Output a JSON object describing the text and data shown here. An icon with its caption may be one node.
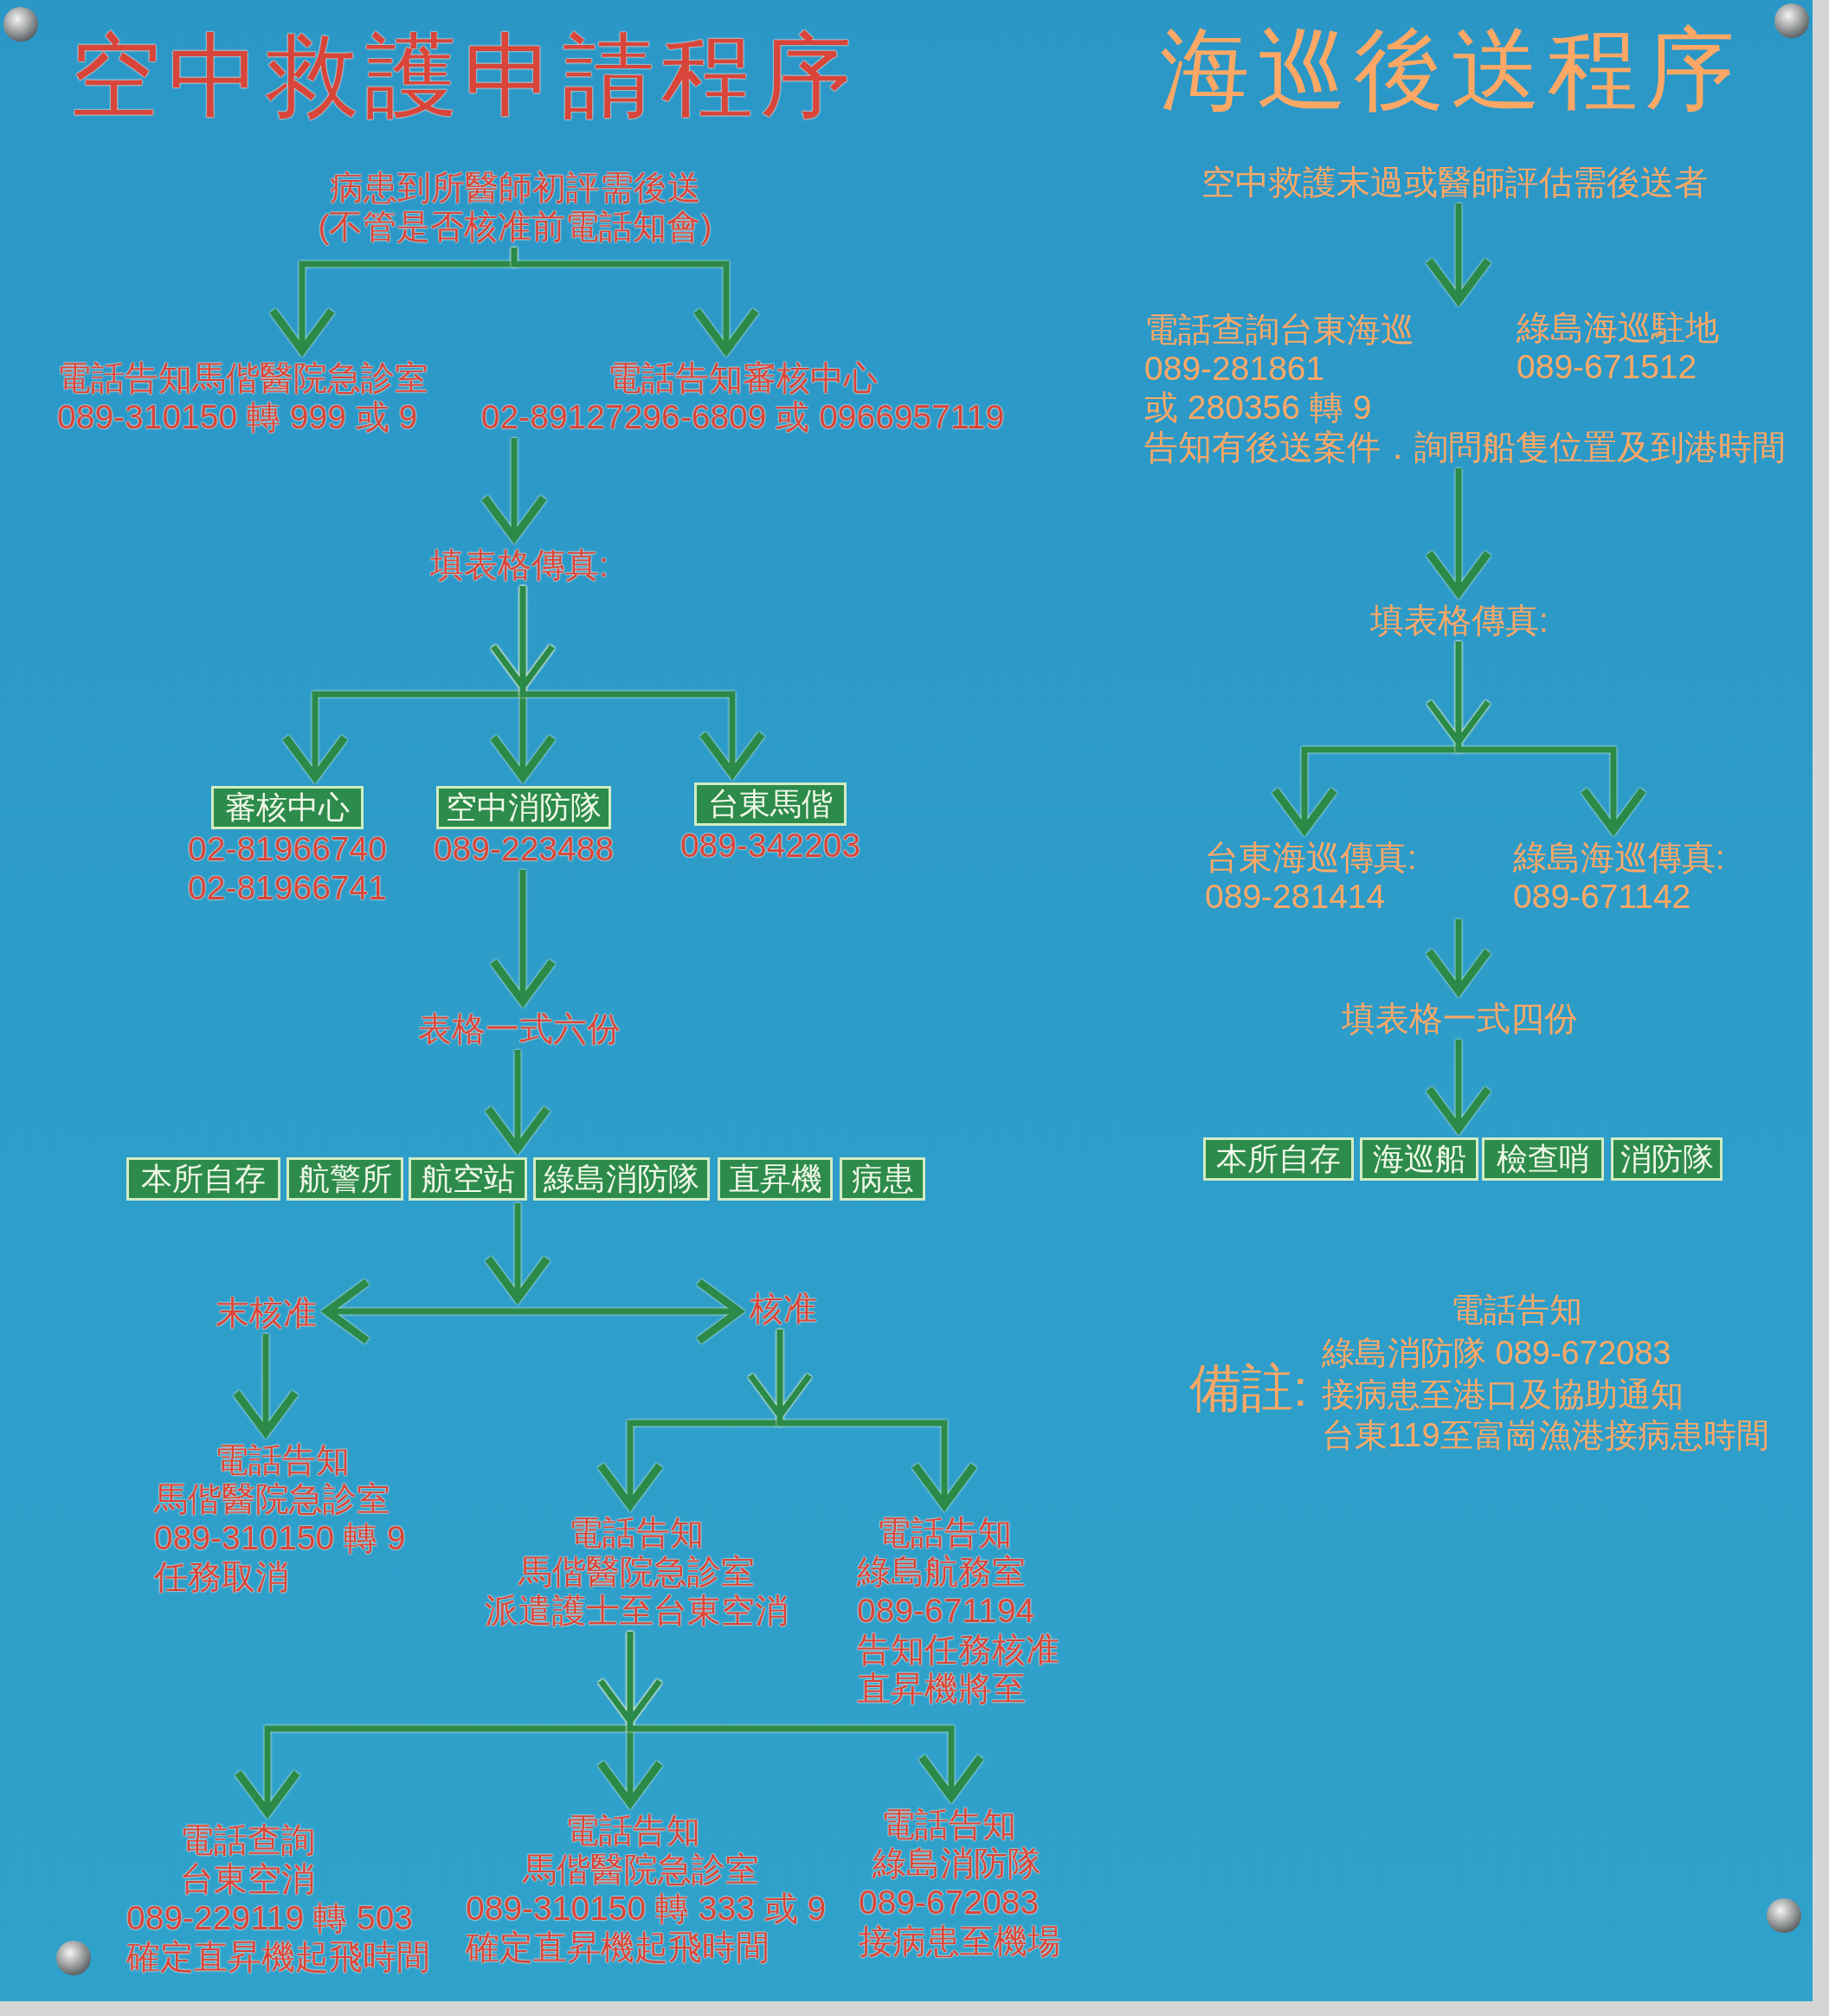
{
  "diagram": {
    "nodes": [
      {
        "text": [
          "病患到所醫師初評需後送",
          "(不管是否核准前電話知會)"
        ]
      },
      {
        "text": [
          "電話告知馬偕醫院急診室",
          "089-310150 轉 999 或 9"
        ]
      },
      {
        "text": [
          "電話告知審核中心",
          "02-89127296-6809 或 0966957119"
        ]
      },
      {
        "text": [
          "填表格傳真:"
        ]
      },
      {
        "text": [
          "審核中心"
        ],
        "beside": [
          "02-81966740",
          "02-81966741"
        ]
      },
      {
        "text": [
          "空中消防隊"
        ],
        "beside": [
          "089-223488"
        ]
      },
      {
        "text": [
          "台東馬偕"
        ],
        "beside": [
          "089-342203"
        ]
      },
      {
        "text": [
          "表格一式六份"
        ]
      },
      {
        "text": [
          "本所自存"
        ]
      },
      {
        "text": [
          "航警所"
        ]
      },
      {
        "text": [
          "航空站"
        ]
      },
      {
        "text": [
          "綠島消防隊"
        ]
      },
      {
        "text": [
          "直昇機"
        ]
      },
      {
        "text": [
          "病患"
        ]
      },
      {
        "text": [
          "末核准"
        ]
      },
      {
        "text": [
          "核准"
        ]
      },
      {
        "text": [
          "電話告知",
          "馬偕醫院急診室",
          "089-310150 轉 9",
          "任務取消"
        ]
      },
      {
        "text": [
          "電話告知",
          "馬偕醫院急診室",
          "派遣護士至台東空消"
        ]
      },
      {
        "text": [
          "電話告知",
          "綠島航務室",
          "089-671194",
          "告知任務核准",
          "直昇機將至"
        ]
      },
      {
        "text": [
          "電話查詢",
          "台東空消",
          "089-229119 轉 503",
          "確定直昇機起飛時間"
        ]
      },
      {
        "text": [
          "電話告知",
          "馬偕醫院急診室",
          "089-310150 轉 333 或 9",
          "確定直昇機起飛時間"
        ]
      },
      {
        "text": [
          "電話告知",
          "綠島消防隊",
          "089-672083",
          "接病患至機場"
        ]
      },
      {
        "text": [
          "空中救護末過或醫師評估需後送者"
        ]
      },
      {
        "text": [
          "電話查詢台東海巡",
          "089-281861",
          "或 280356 轉 9"
        ]
      },
      {
        "text": [
          "綠島海巡駐地",
          "089-671512"
        ]
      },
      {
        "text": [
          "告知有後送案件．詢問船隻位置及到港時間"
        ]
      },
      {
        "text": [
          "填表格傳真:"
        ]
      },
      {
        "text": [
          "台東海巡傳真:",
          "089-281414"
        ]
      },
      {
        "text": [
          "綠島海巡傳真:",
          "089-671142"
        ]
      },
      {
        "text": [
          "填表格一式四份"
        ]
      },
      {
        "text": [
          "本所自存"
        ]
      },
      {
        "text": [
          "海巡船"
        ]
      },
      {
        "text": [
          "檢查哨"
        ]
      },
      {
        "text": [
          "消防隊"
        ]
      }
    ],
    "edges": [
      {
        "from": 0,
        "to": 1,
        "arrow": "to"
      },
      {
        "from": 0,
        "to": 2,
        "arrow": "to"
      },
      {
        "from": 2,
        "to": 3,
        "arrow": "to"
      },
      {
        "from": 3,
        "to": 4,
        "arrow": "to"
      },
      {
        "from": 3,
        "to": 5,
        "arrow": "to"
      },
      {
        "from": 3,
        "to": 6,
        "arrow": "to"
      },
      {
        "from": 5,
        "to": 7,
        "arrow": "to"
      },
      {
        "from": 7,
        "to": 10,
        "arrow": "to"
      },
      {
        "from": 10,
        "to": null,
        "arrow": "to"
      },
      {
        "from": 14,
        "to": 15,
        "arrow": "both"
      },
      {
        "from": 14,
        "to": 16,
        "arrow": "to"
      },
      {
        "from": 15,
        "to": 17,
        "arrow": "to"
      },
      {
        "from": 15,
        "to": 18,
        "arrow": "to"
      },
      {
        "from": 17,
        "to": 19,
        "arrow": "to"
      },
      {
        "from": 17,
        "to": 20,
        "arrow": "to"
      },
      {
        "from": 17,
        "to": 21,
        "arrow": "to"
      },
      {
        "from": 22,
        "to": 24,
        "arrow": "to"
      },
      {
        "from": 25,
        "to": 26,
        "arrow": "to"
      },
      {
        "from": 26,
        "to": 27,
        "arrow": "to"
      },
      {
        "from": 26,
        "to": 28,
        "arrow": "to"
      },
      {
        "from": null,
        "to": 29,
        "arrow": "to"
      },
      {
        "from": 29,
        "to": 31,
        "arrow": "to"
      }
    ],
    "labels": [
      "空中救護申請程序",
      "海巡後送程序",
      "備註:",
      "電話告知",
      "綠島消防隊 089-672083",
      "接病患至港口及協助通知",
      "台東119至富崗漁港接病患時間"
    ]
  }
}
